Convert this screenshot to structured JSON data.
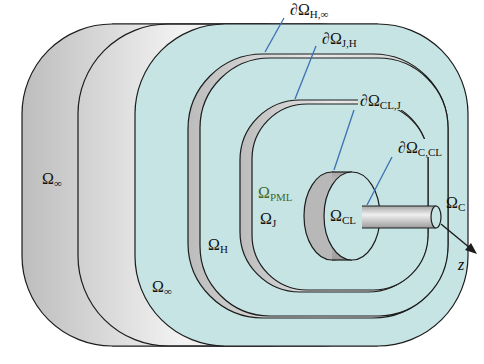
{
  "diagram": {
    "labels": [
      "∂ΩH,∞",
      "∂ΩJ,H",
      "∂ΩCL,J",
      "∂ΩC,CL",
      "ΩPML",
      "ΩJ",
      "ΩCL",
      "ΩC",
      "ΩH",
      "Ω∞",
      "Ω∞",
      "z"
    ]
  }
}
